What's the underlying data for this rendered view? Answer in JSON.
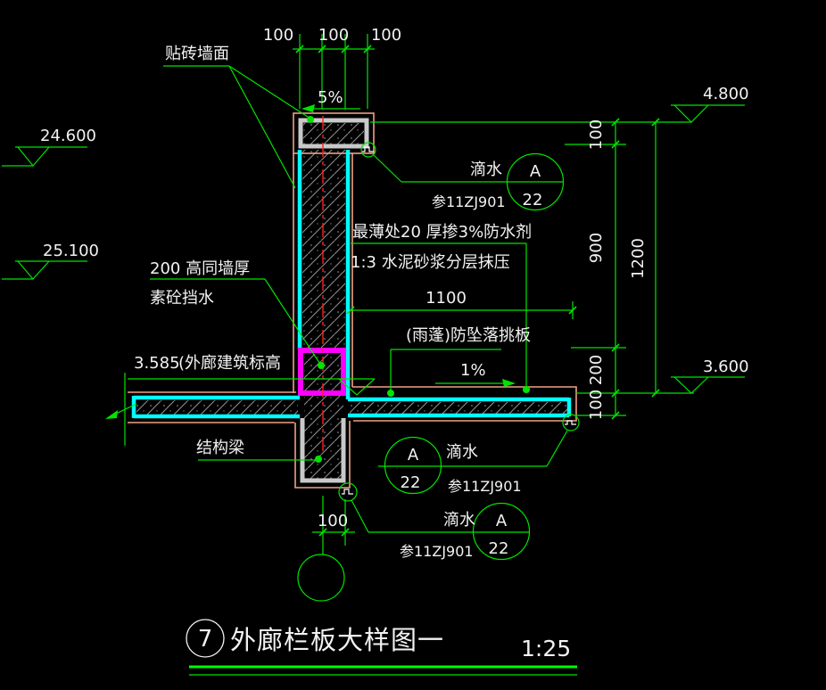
{
  "title_block": {
    "number": "7",
    "title": "外廊栏板大样图一",
    "scale": "1:25"
  },
  "elevations": {
    "left_upper": "24.600",
    "left_lower": "25.100",
    "right_upper": "4.800",
    "right_lower": "3.600",
    "corridor": "3.585",
    "corridor_note": "(外廊建筑标高"
  },
  "dims": {
    "top": [
      "100",
      "100",
      "100"
    ],
    "slope_top": "5%",
    "slope_slab": "1%",
    "right_chain": [
      "100",
      "900",
      "200",
      "100"
    ],
    "right_total": "1200",
    "slab_width": "1100",
    "beam_width": "100"
  },
  "notes": {
    "tile_wall": "贴砖墙面",
    "waterproof": "最薄处20 厚掺3%防水剂",
    "mortar": "1:3 水泥砂浆分层抹压",
    "curb_line1": "200 高同墙厚",
    "curb_line2": "素砼挡水",
    "canopy": "(雨蓬)防坠落挑板",
    "beam": "结构梁"
  },
  "callouts": {
    "top": {
      "label": "滴水",
      "ref": "参11ZJ901",
      "letter": "A",
      "sheet": "22"
    },
    "middle": {
      "label": "滴水",
      "ref": "参11ZJ901",
      "letter": "A",
      "sheet": "22"
    },
    "bottom": {
      "label": "滴水",
      "ref": "参11ZJ901",
      "letter": "A",
      "sheet": "22"
    }
  },
  "colors": {
    "background": "#000000",
    "dimension_green": "#00e400",
    "slab_cyan": "#00ffff",
    "curb_magenta": "#ff00ff",
    "centerline_red": "#ff2020",
    "finish_salmon": "#f0a183",
    "hatch_gray": "#8d8d8d",
    "outline_gray": "#c9c9c9",
    "text_white": "#f2f2f2"
  }
}
